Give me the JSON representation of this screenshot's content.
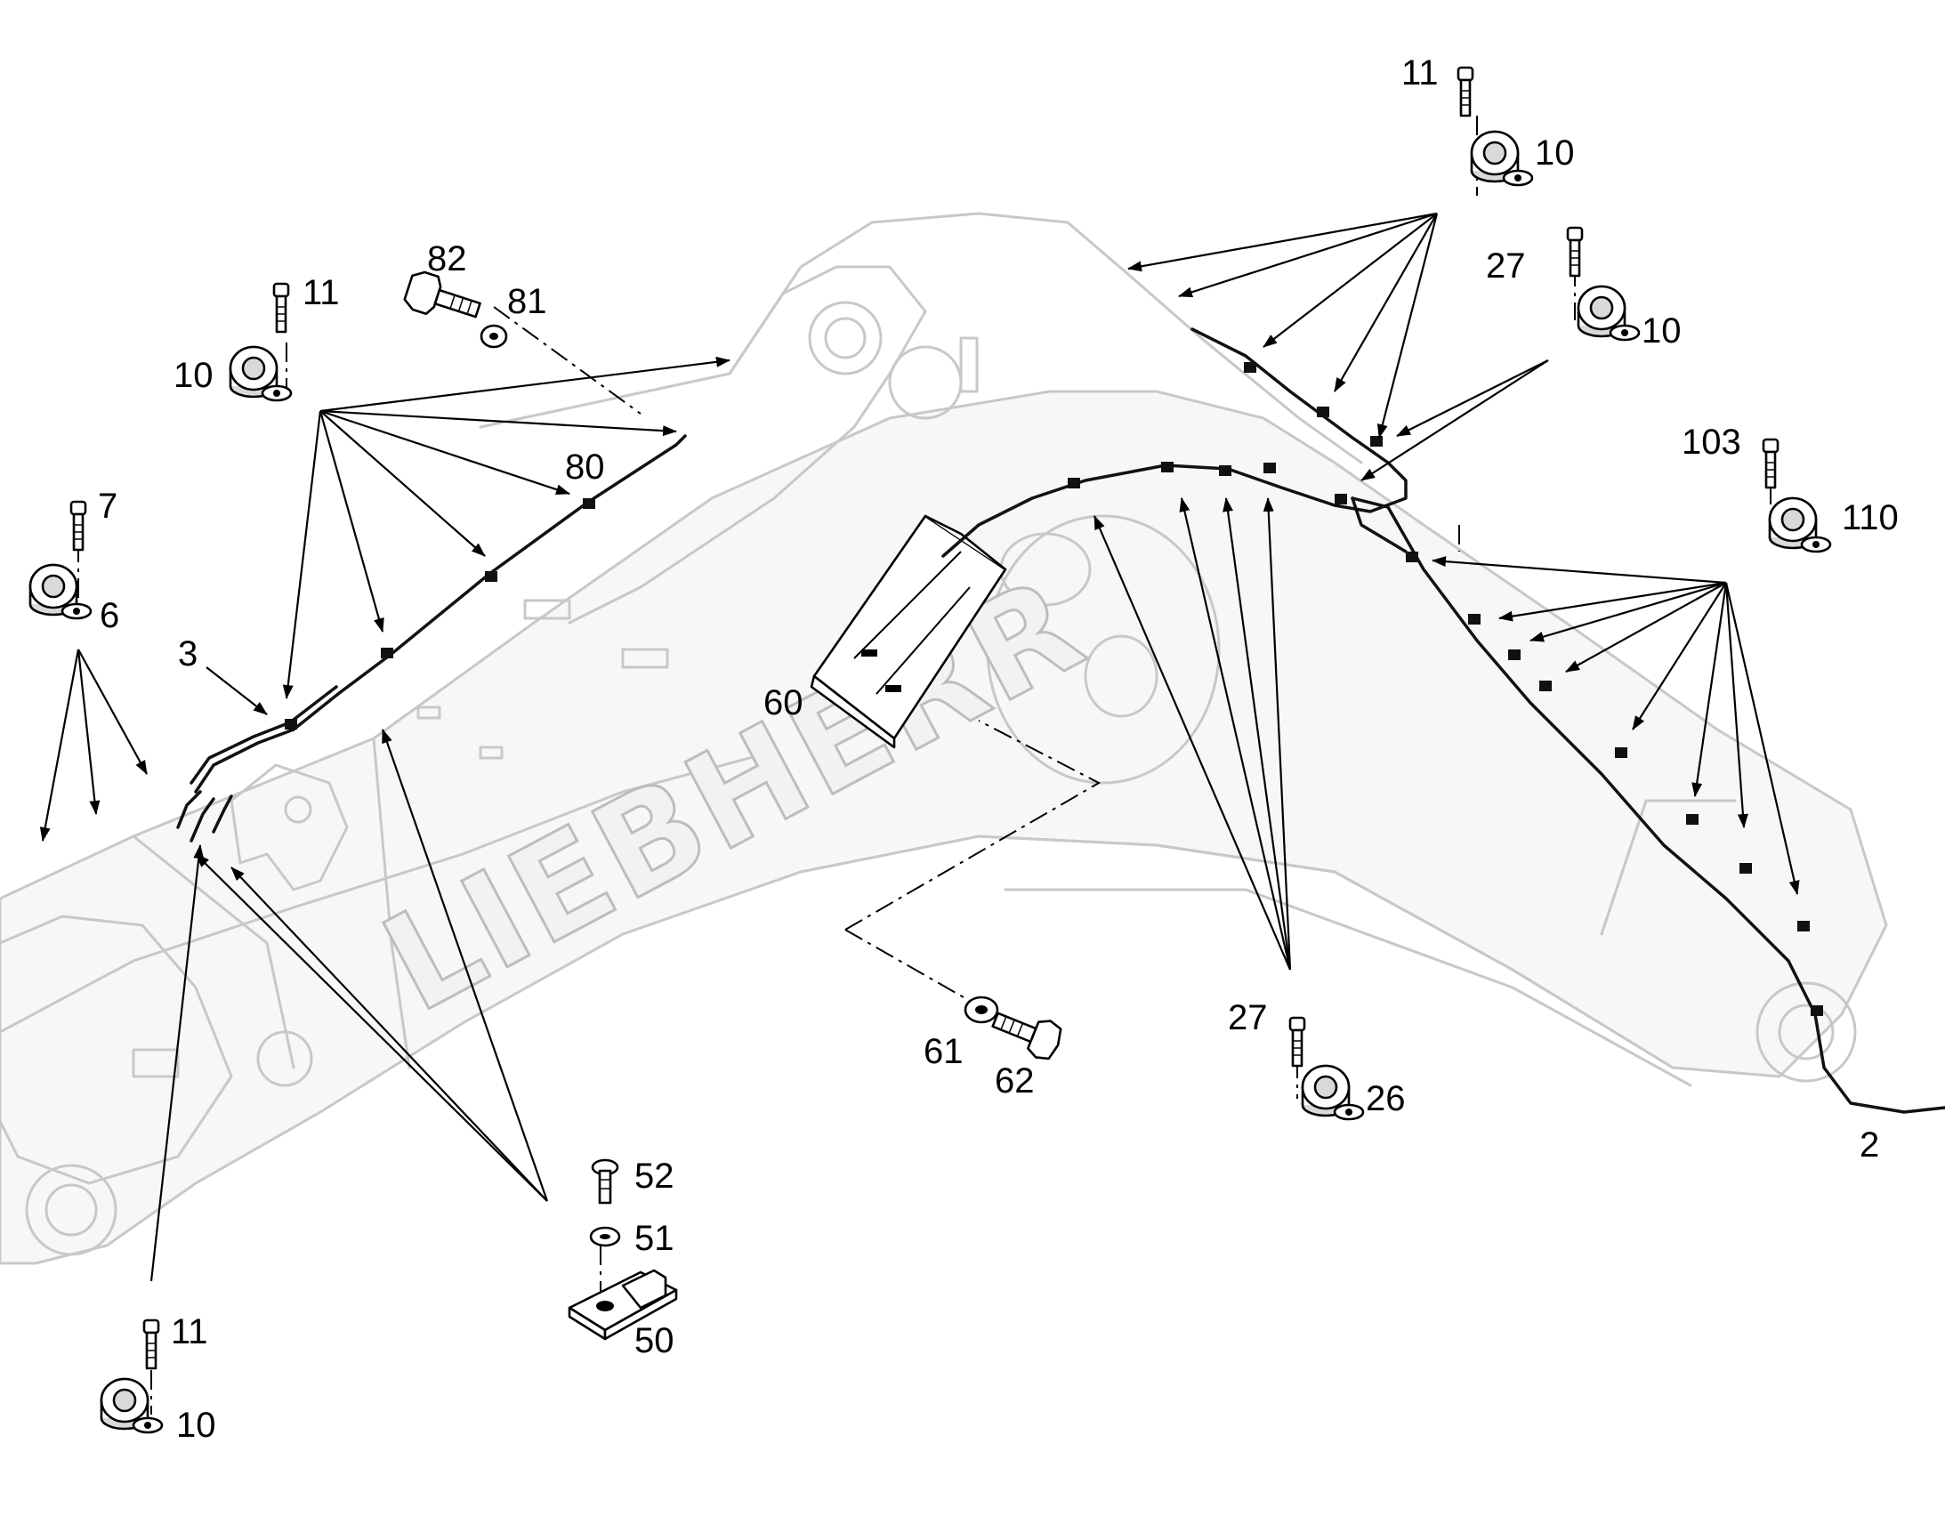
{
  "brand_text": "LIEBHERR",
  "callouts": [
    {
      "id": "c-11-a",
      "text": "11"
    },
    {
      "id": "c-10-a",
      "text": "10"
    },
    {
      "id": "c-27-a",
      "text": "27"
    },
    {
      "id": "c-10-b",
      "text": "10"
    },
    {
      "id": "c-103",
      "text": "103"
    },
    {
      "id": "c-110",
      "text": "110"
    },
    {
      "id": "c-82",
      "text": "82"
    },
    {
      "id": "c-81",
      "text": "81"
    },
    {
      "id": "c-11-b",
      "text": "11"
    },
    {
      "id": "c-10-c",
      "text": "10"
    },
    {
      "id": "c-80",
      "text": "80"
    },
    {
      "id": "c-7",
      "text": "7"
    },
    {
      "id": "c-6",
      "text": "6"
    },
    {
      "id": "c-3",
      "text": "3"
    },
    {
      "id": "c-60",
      "text": "60"
    },
    {
      "id": "c-61",
      "text": "61"
    },
    {
      "id": "c-62",
      "text": "62"
    },
    {
      "id": "c-27-b",
      "text": "27"
    },
    {
      "id": "c-26",
      "text": "26"
    },
    {
      "id": "c-2",
      "text": "2"
    },
    {
      "id": "c-52",
      "text": "52"
    },
    {
      "id": "c-51",
      "text": "51"
    },
    {
      "id": "c-50",
      "text": "50"
    },
    {
      "id": "c-11-c",
      "text": "11"
    },
    {
      "id": "c-10-d",
      "text": "10"
    }
  ]
}
